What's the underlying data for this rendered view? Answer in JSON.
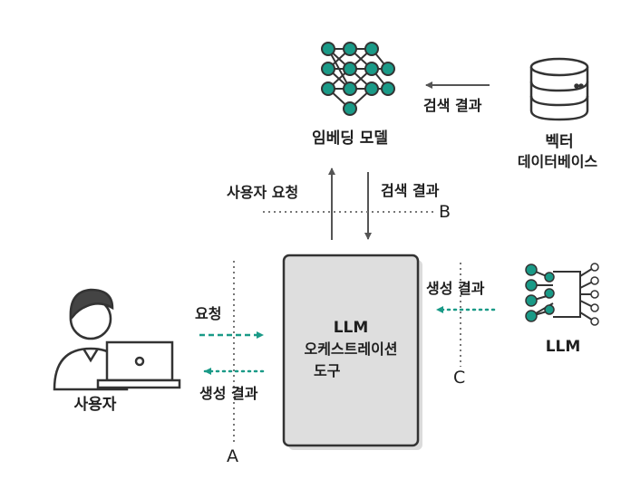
{
  "nodes": {
    "embedding_model": {
      "label": "임베딩 모델"
    },
    "vector_db": {
      "label_line1": "벡터",
      "label_line2": "데이터베이스"
    },
    "user": {
      "label": "사용자"
    },
    "orchestrator": {
      "line1": "LLM",
      "line2": "오케스트레이션",
      "line3": "도구"
    },
    "llm": {
      "label": "LLM"
    }
  },
  "edges": {
    "vector_to_embedding": {
      "label": "검색 결과"
    },
    "orchestrator_to_embedding": {
      "label": "사용자 요청"
    },
    "embedding_to_orchestrator": {
      "label": "검색 결과"
    },
    "user_to_orchestrator": {
      "label": "요청"
    },
    "orchestrator_to_user": {
      "label": "생성 결과"
    },
    "llm_to_orchestrator": {
      "label": "생성 결과"
    }
  },
  "boundaries": {
    "a": {
      "label": "A"
    },
    "b": {
      "label": "B"
    },
    "c": {
      "label": "C"
    }
  },
  "colors": {
    "teal": "#1a9a87",
    "orchestrator_fill": "#dedede",
    "stroke": "#333333"
  }
}
